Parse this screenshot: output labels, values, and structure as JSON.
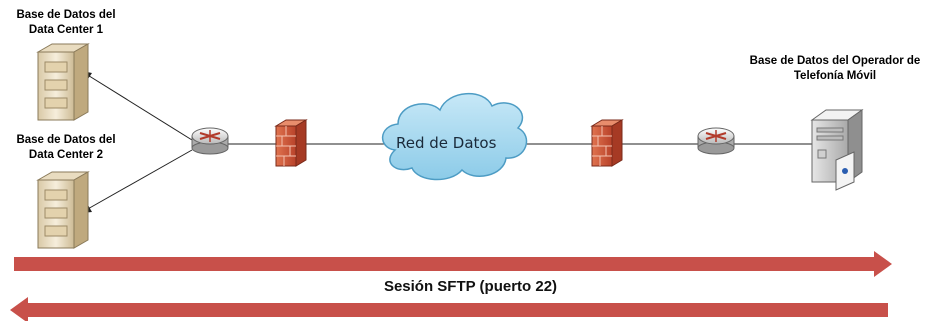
{
  "labels": {
    "dc1": [
      "Base de Datos del",
      "Data Center 1"
    ],
    "dc2": [
      "Base de Datos del",
      "Data Center 2"
    ],
    "operator": [
      "Base de Datos del Operador de",
      "Telefonía Móvil"
    ],
    "cloud": "Red de Datos",
    "session": "Sesión SFTP (puerto 22)"
  },
  "colors": {
    "arrow": "#c8504a",
    "cloud": "#9ed3ec",
    "cloud_outline": "#4d9cc4",
    "firewall": "#d2573c",
    "server_body": "#efe3cb"
  }
}
